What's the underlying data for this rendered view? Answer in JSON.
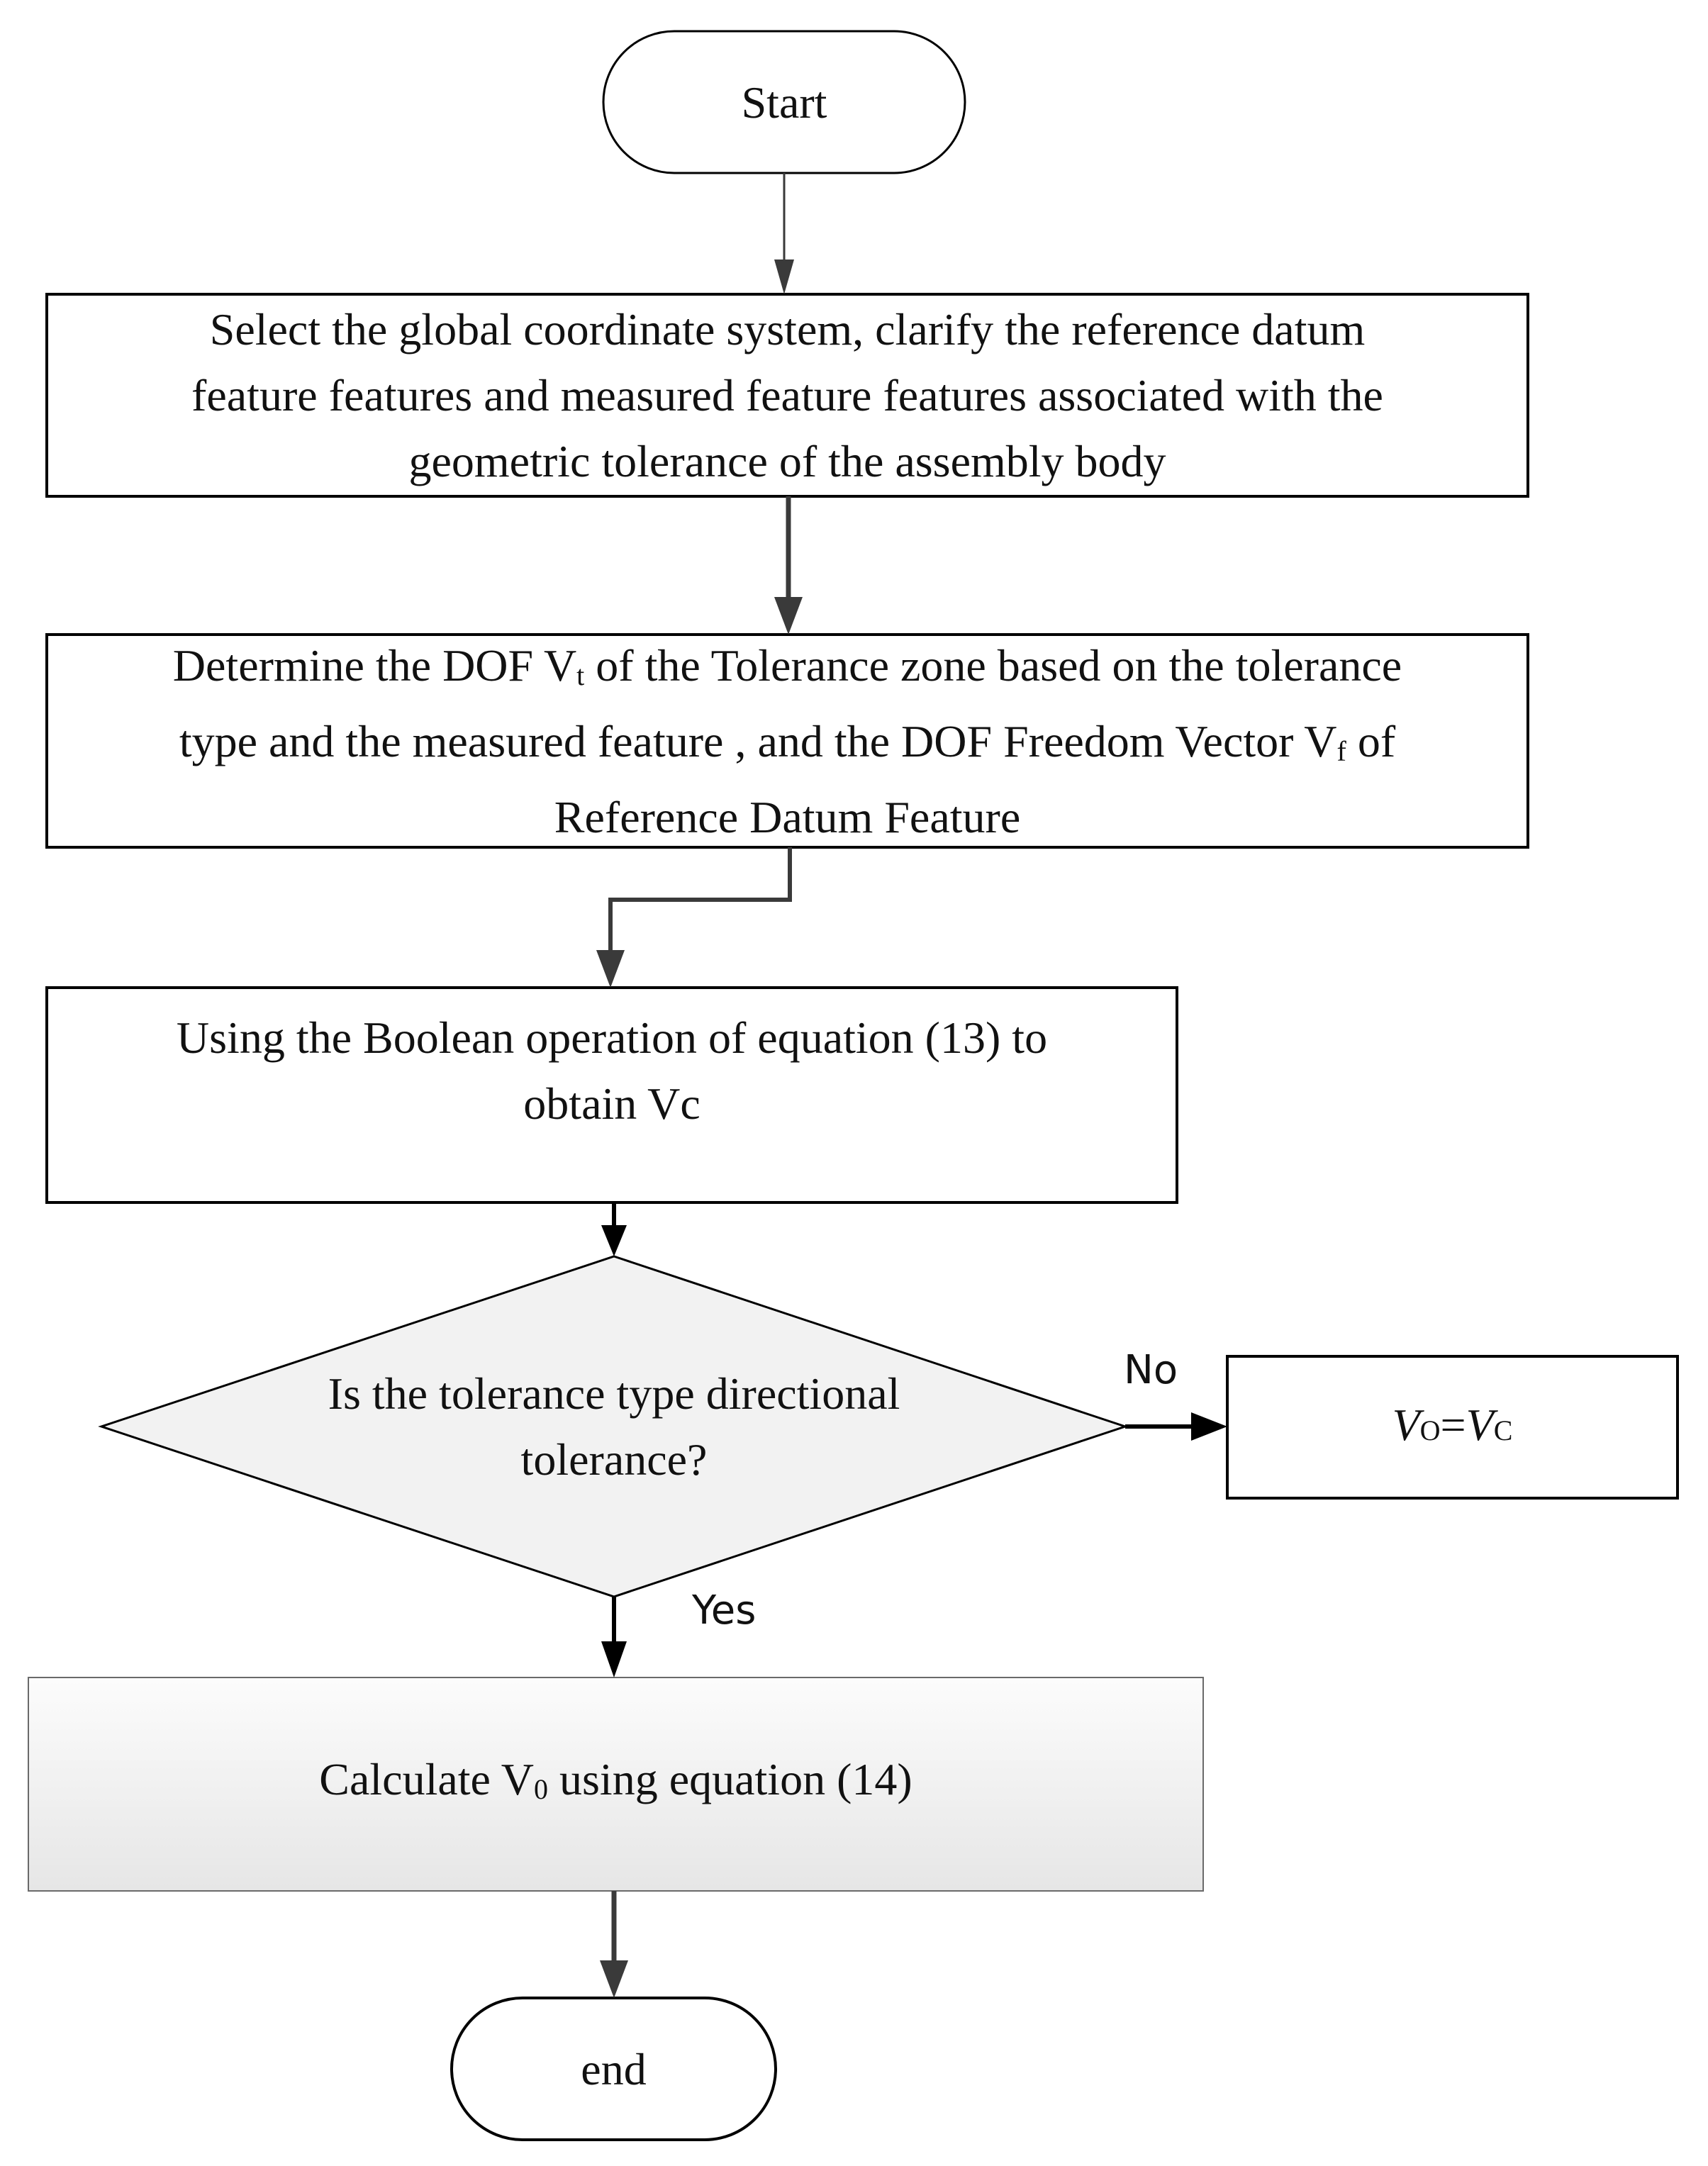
{
  "nodes": {
    "start": {
      "label": "Start"
    },
    "select_system": {
      "lines": [
        "Select the global coordinate system, clarify the reference datum",
        "feature features and measured feature features associated with the",
        "geometric tolerance of the assembly body"
      ]
    },
    "determine_dof": {
      "line1_a": "Determine the DOF V",
      "line1_sub": "t",
      "line1_b": " of the Tolerance zone based on the tolerance",
      "line2_a": "type and the measured feature , and the DOF Freedom Vector V",
      "line2_sub": "f",
      "line2_b": " of",
      "line3": "Reference Datum Feature"
    },
    "boolean_op": {
      "lines": [
        "Using the Boolean operation of equation (13) to",
        "obtain Vc"
      ]
    },
    "decision": {
      "lines": [
        "Is the tolerance type directional",
        "tolerance?"
      ]
    },
    "assign": {
      "v1": "V",
      "v1_sub": "O",
      "eq": "=",
      "v2": "V",
      "v2_sub": "C"
    },
    "calculate": {
      "text_a": "Calculate V",
      "text_sub": "0",
      "text_b": " using equation (14)"
    },
    "end": {
      "label": "end"
    }
  },
  "edges": {
    "no_label": "No",
    "yes_label": "Yes"
  },
  "colors": {
    "stroke": "#000000",
    "arrow": "#3a3a3a",
    "decision_fill": "#f2f2f2",
    "calc_fill_top": "#fcfcfc",
    "calc_fill_bottom": "#e6e6e6",
    "text": "#111111"
  }
}
